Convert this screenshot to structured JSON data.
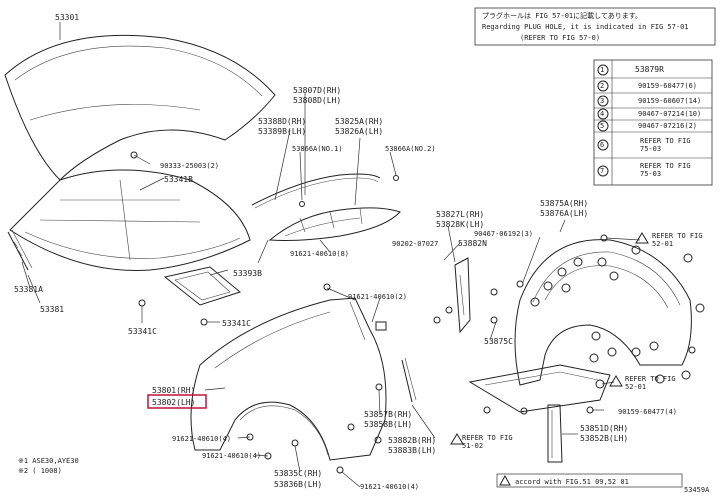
{
  "note_box": {
    "line1": "プラグホールは FIG 57-01に記載してあります。",
    "line2": "Regarding PLUG HOLE, it is indicated in FIG 57-01",
    "line3": "(REFER TO FIG 57-0)"
  },
  "legend": [
    {
      "num": "1",
      "part": "53879R"
    },
    {
      "num": "2",
      "part": "90159-60477(6)"
    },
    {
      "num": "3",
      "part": "90159-60607(14)"
    },
    {
      "num": "4",
      "part": "90467-07214(10)"
    },
    {
      "num": "5",
      "part": "90467-07216(2)"
    },
    {
      "num": "6",
      "part": "REFER TO FIG 75-03"
    },
    {
      "num": "7",
      "part": "REFER TO FIG 75-03"
    }
  ],
  "labels": {
    "p53301": "53301",
    "p90333": "90333-25003(2)",
    "p53341B": "53341B",
    "p53393B": "53393B",
    "p53341C_a": "53341C",
    "p53341C_b": "53341C",
    "p53381A": "53381A",
    "p53381": "53381",
    "p53807D": "53807D(RH)",
    "p53808D": "53808D(LH)",
    "p53388D": "53388D(RH)",
    "p53389B": "53389B(LH)",
    "p53825A": "53825A(RH)",
    "p53826A": "53826A(LH)",
    "p53866A1": "53866A(NO.1)",
    "p53866A2": "53866A(NO.2)",
    "p91621_8": "91621-40610(8)",
    "p91621_2": "91621-40610(2)",
    "p53827L": "53827L(RH)",
    "p53828K": "53828K(LH)",
    "p90202": "90202-07027",
    "p53882N": "53882N",
    "p53875C": "53875C",
    "p53875A": "53875A(RH)",
    "p53876A": "53876A(LH)",
    "p90467_3": "90467-06192(3)",
    "refer5201a": "REFER TO FIG 52-01",
    "refer5201b": "REFER TO FIG 52-01",
    "refer5102": "REFER TO FIG 51-02",
    "p53801": "53801(RH)",
    "p53802": "53802(LH)",
    "p91621_4a": "91621-40610(4)",
    "p91621_4b": "91621-40610(4)",
    "p91621_4c": "91621-40610(4)",
    "p53857B": "53857B(RH)",
    "p53858B": "53858B(LH)",
    "p53882B": "53882B(RH)",
    "p53883B": "53883B(LH)",
    "p53835C": "53835C(RH)",
    "p53836B": "53836B(LH)",
    "p90159_4": "90159-60477(4)",
    "p53851D": "53851D(RH)",
    "p53852B": "53852B(LH)",
    "bottom_note": "accord with FIG.51 09,52 01",
    "model_note1": "※1 ASE30,AYE30",
    "model_note2": "※2 (      1008)",
    "fig_code": "53459A"
  },
  "highlight_color": "#c0103a"
}
